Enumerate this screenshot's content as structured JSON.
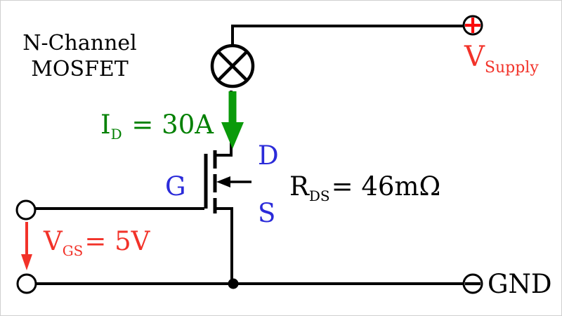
{
  "diagram": {
    "title_line1": "N-Channel",
    "title_line2": "MOSFET",
    "drain_current": {
      "symbol": "I",
      "subscript": "D",
      "value": " = 30A"
    },
    "supply_voltage": {
      "symbol": "V",
      "subscript": "Supply"
    },
    "gate_source_voltage": {
      "symbol": "V",
      "subscript": "GS",
      "value": "= 5V"
    },
    "on_resistance": {
      "symbol": "R",
      "subscript": "DS",
      "value": "= 46mΩ"
    },
    "terminal_gate": "G",
    "terminal_drain": "D",
    "terminal_source": "S",
    "ground_label": "GND",
    "supply_polarity": "+",
    "ground_polarity": "−"
  },
  "colors": {
    "wire_black": "#000000",
    "label_blue": "#2b2bd9",
    "current_green_text": "#008000",
    "current_green_arrow": "#0a9a0a",
    "voltage_red": "#f23229",
    "plus_red": "#fa0a0a",
    "background": "#ffffff"
  }
}
